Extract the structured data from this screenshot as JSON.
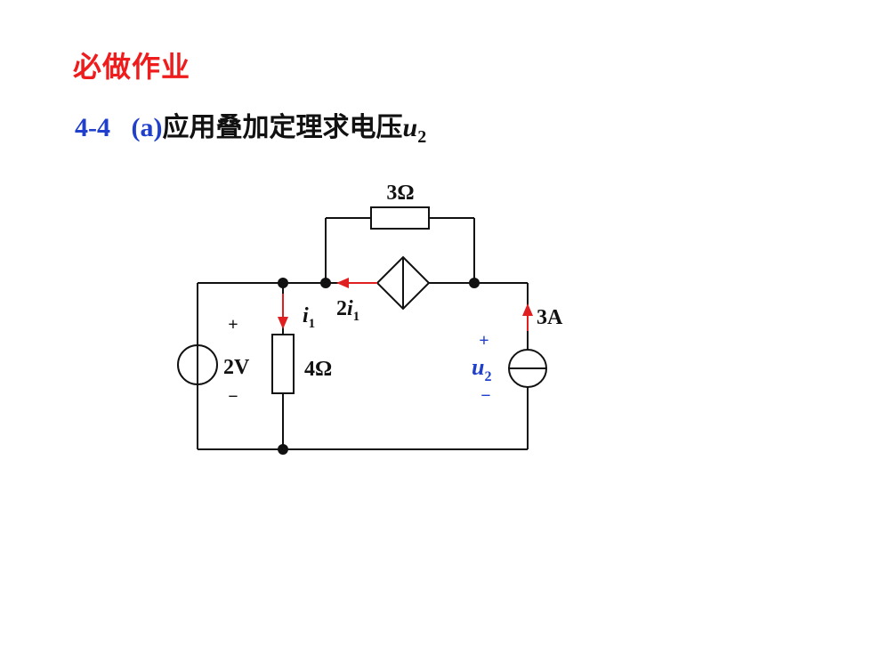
{
  "heading": "必做作业",
  "problem": {
    "number": "4-4",
    "part": "(a)",
    "statement": "应用叠加定理求电压",
    "variable": "u",
    "variable_subscript": "2"
  },
  "circuit": {
    "r_top": {
      "value": "3Ω"
    },
    "r_left": {
      "value": "4Ω"
    },
    "voltage_source": {
      "value": "2V",
      "plus": "+",
      "minus": "−"
    },
    "current_i1": {
      "symbol": "i",
      "subscript": "1"
    },
    "dependent_source": {
      "coefficient": "2",
      "symbol": "i",
      "subscript": "1"
    },
    "current_source": {
      "value": "3A"
    },
    "voltage_u2": {
      "symbol": "u",
      "subscript": "2",
      "plus": "+",
      "minus": "−"
    }
  },
  "colors": {
    "heading": "#ee1c1c",
    "problem_number": "#1f3fcc",
    "arrow": "#e02020",
    "voltage_label": "#1f3fcc",
    "wire": "#111111"
  }
}
